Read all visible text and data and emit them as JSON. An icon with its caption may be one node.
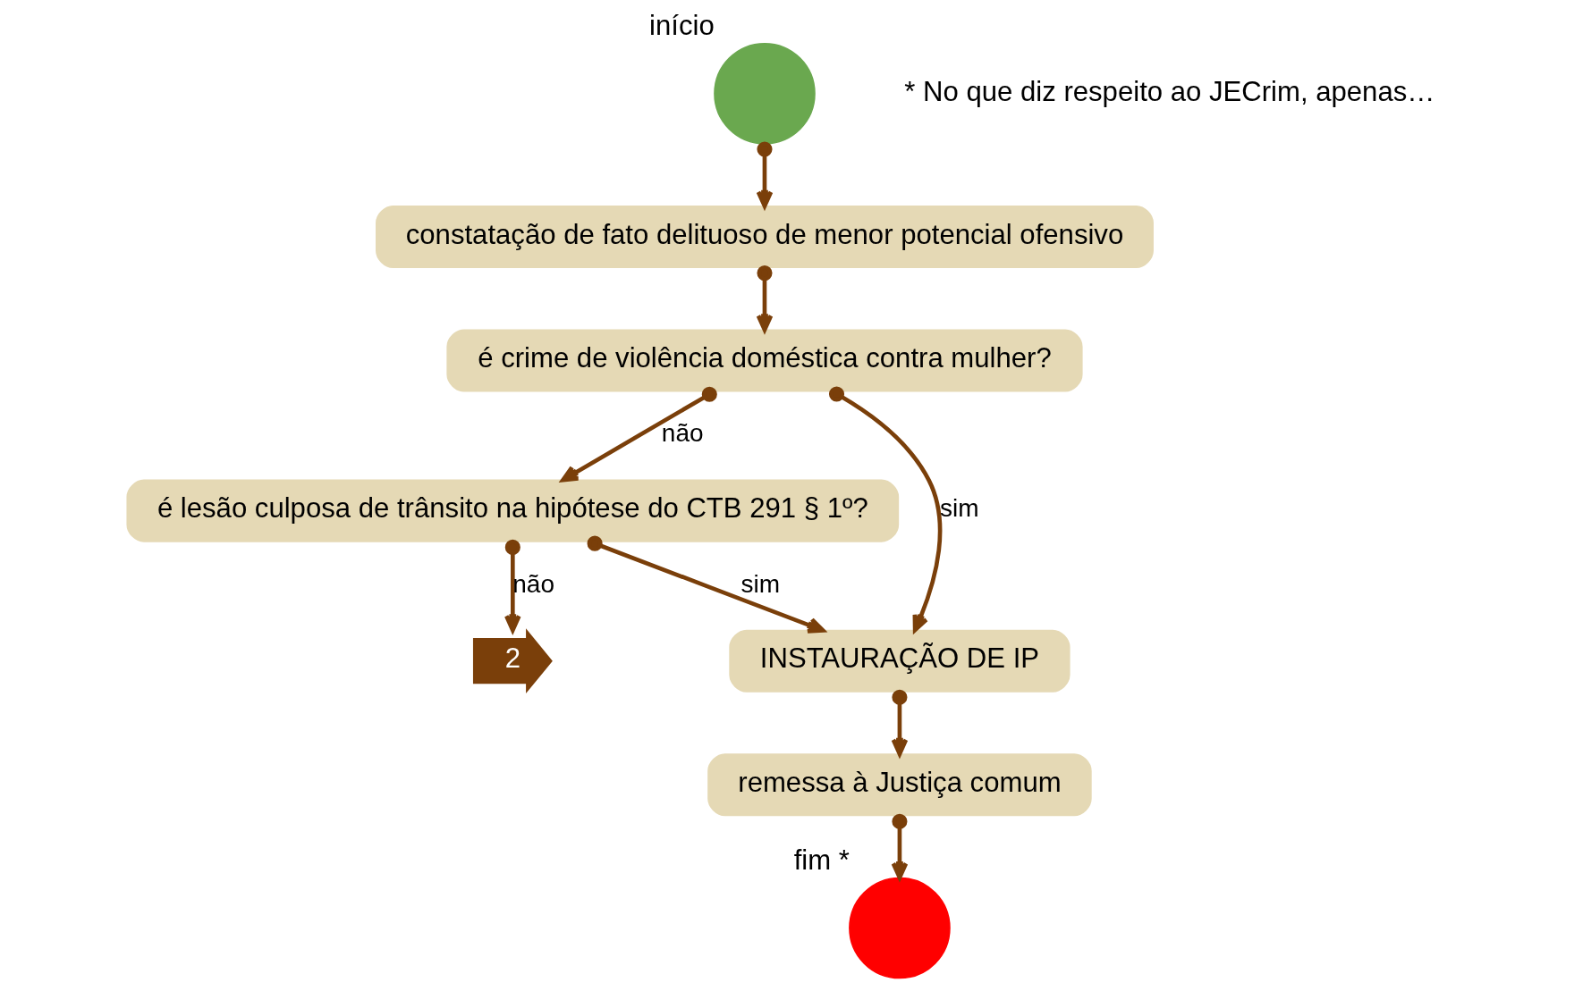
{
  "diagram": {
    "nodes": [
      {
        "text": [],
        "shape": "circle",
        "beside": [
          "início"
        ]
      },
      {
        "text": [
          "constatação de fato delituoso de menor potencial ofensivo"
        ]
      },
      {
        "text": [
          "é crime de violência doméstica contra mulher?"
        ]
      },
      {
        "text": [
          "é lesão culposa de trânsito na hipótese do CTB 291 § 1º?"
        ]
      },
      {
        "text": [
          "INSTAURAÇÃO DE IP"
        ]
      },
      {
        "text": [
          "remessa à Justiça comum"
        ]
      },
      {
        "text": [],
        "shape": "circle",
        "beside": [
          "fim *"
        ]
      },
      {
        "text": [
          "2"
        ]
      }
    ],
    "edges": [
      {
        "from": 0,
        "to": 1,
        "arrow": "to"
      },
      {
        "from": 1,
        "to": 2,
        "arrow": "to"
      },
      {
        "from": 2,
        "to": 3,
        "arrow": "to",
        "label": "não"
      },
      {
        "from": 2,
        "to": 4,
        "arrow": "to",
        "label": "sim"
      },
      {
        "from": 3,
        "to": 4,
        "arrow": "to",
        "label": "sim"
      },
      {
        "from": 3,
        "to": 7,
        "arrow": "to",
        "label": "não"
      },
      {
        "from": 4,
        "to": 5,
        "arrow": "to"
      },
      {
        "from": 5,
        "to": 6,
        "arrow": "to"
      }
    ],
    "labels": [
      "* No que diz respeito ao JECrim, apenas…"
    ]
  }
}
